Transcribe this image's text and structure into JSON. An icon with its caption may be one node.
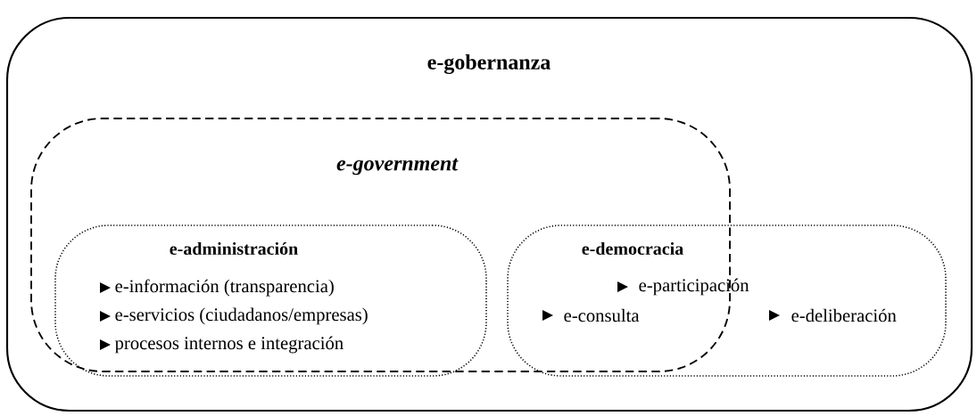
{
  "diagram": {
    "nodes": [
      {
        "text": [
          "e-gobernanza"
        ]
      },
      {
        "text": [
          "e-government"
        ],
        "in": 0
      },
      {
        "text": [
          "e-administración",
          "e-información (transparencia)",
          "e-servicios (ciudadanos/empresas)",
          "procesos internos e integración"
        ],
        "in": 1
      },
      {
        "text": [
          "e-democracia",
          "e-participación",
          "e-consulta",
          "e-deliberación"
        ],
        "in": 0
      }
    ]
  }
}
